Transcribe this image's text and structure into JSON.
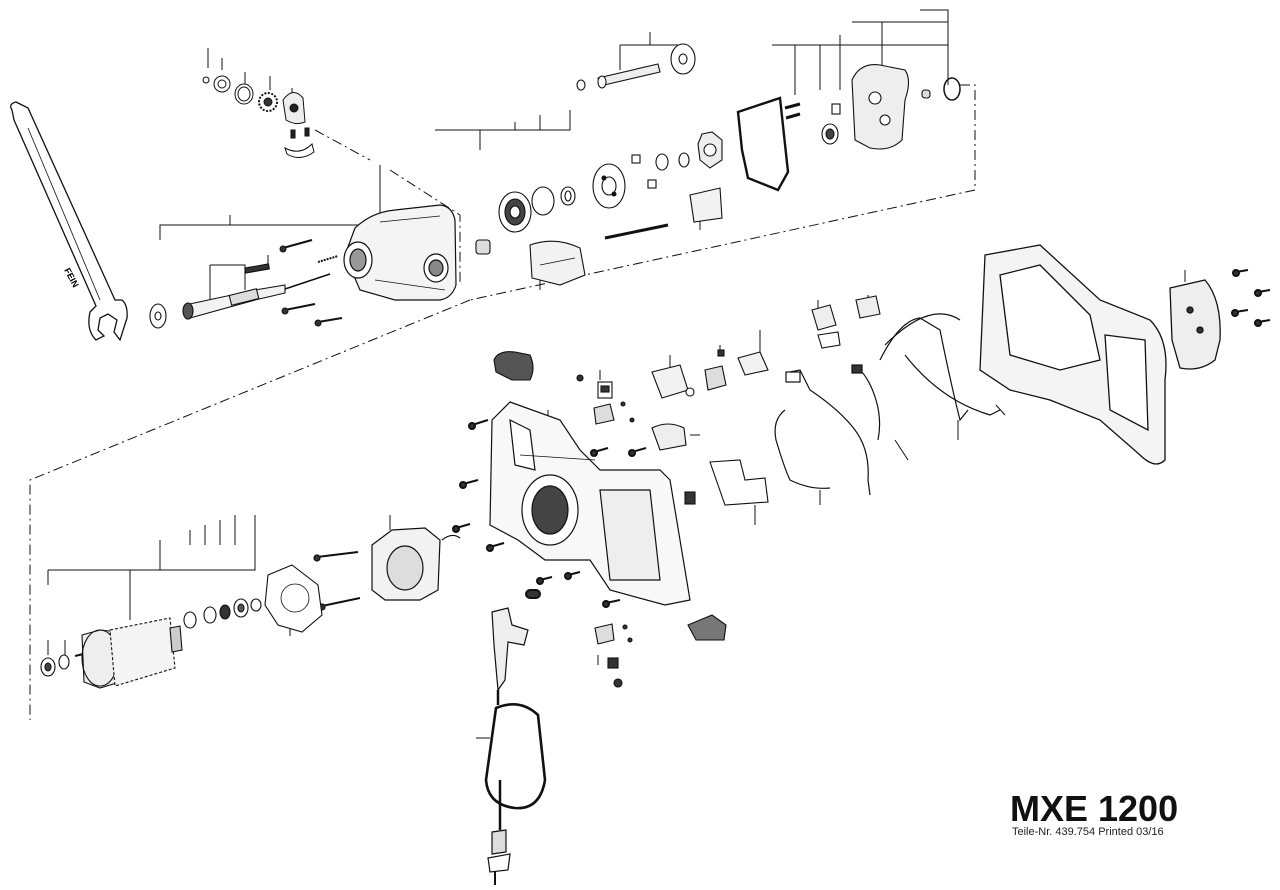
{
  "title_block": {
    "model": "MXE 1200",
    "part_number_line": "Teile-Nr. 439.754  Printed 03/16"
  },
  "wrench": {
    "logo_text": "FEIN"
  },
  "colors": {
    "line": "#111111",
    "fill": "#ffffff",
    "shade": "#d8d8d8",
    "dark": "#555555"
  }
}
